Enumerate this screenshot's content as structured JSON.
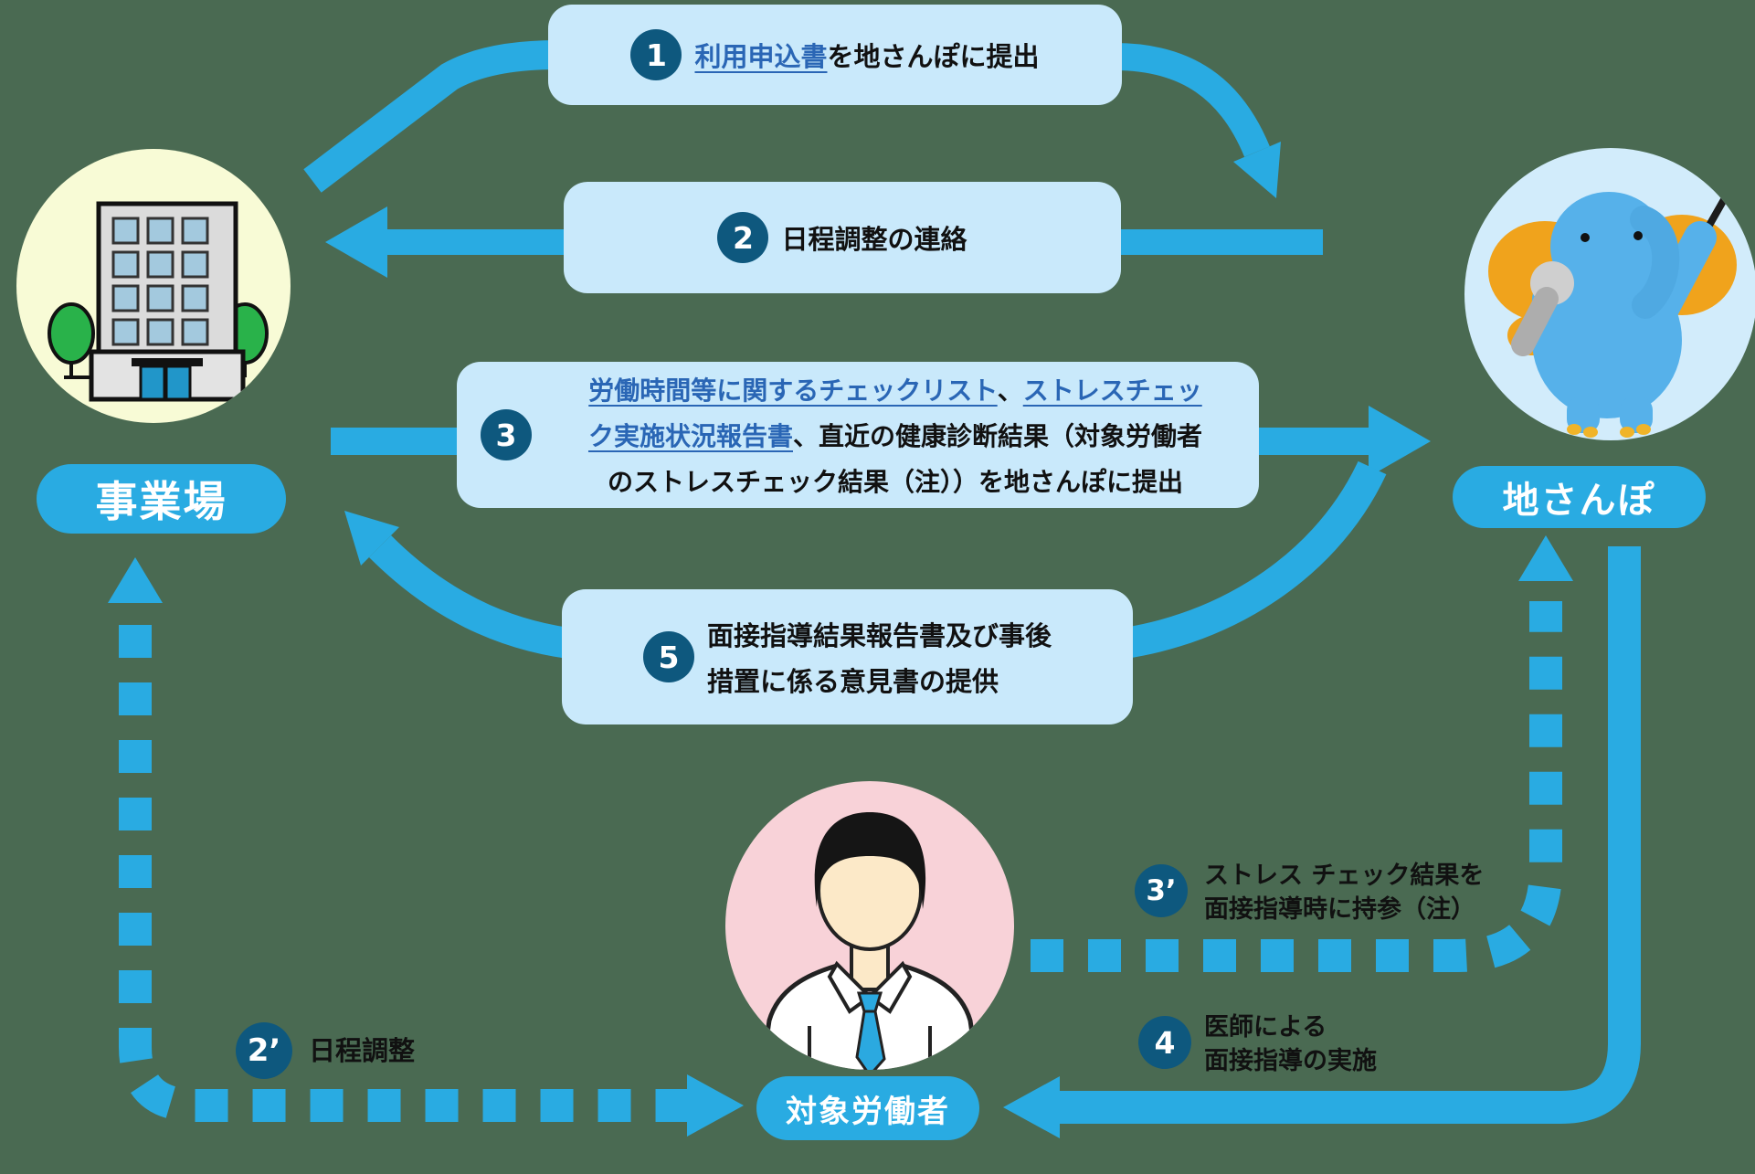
{
  "page": {
    "background_color": "#4a6a52"
  },
  "colors": {
    "accent_blue": "#29abe2",
    "box_blue": "#c9e9fb",
    "number_circle": "#0e587e",
    "link_blue": "#2a66b5",
    "text_black": "#111111",
    "building_circle": "#f8fbd6",
    "elephant_circle": "#d2ecfb",
    "worker_circle": "#f8d2d8"
  },
  "entities": {
    "jigyoba": {
      "label": "事業場"
    },
    "chisanpo": {
      "label": "地さんぽ"
    },
    "worker": {
      "label": "対象労働者"
    }
  },
  "icons": {
    "jigyoba": "building-icon",
    "chisanpo": "elephant-mascot-icon",
    "worker": "worker-icon"
  },
  "steps": {
    "s1": {
      "num": "1",
      "link": "利用申込書",
      "suffix": "を地さんぽに提出"
    },
    "s2": {
      "num": "2",
      "text": "日程調整の連絡"
    },
    "s3": {
      "num": "3",
      "l1_link1": "労働時間等に関するチェックリスト",
      "l1_sep": "、",
      "l1_link2": "ストレスチェッ",
      "l2_link": "ク実施状況報告書",
      "l2_rest": "、直近の健康診断結果（対象労働者",
      "l3": "のストレスチェック結果（注））を地さんぽに提出"
    },
    "s5": {
      "num": "5",
      "l1": "面接指導結果報告書及び事後",
      "l2": "措置に係る意見書の提供"
    },
    "s3p": {
      "num": "3’",
      "l1": "ストレス チェック結果を",
      "l2": "面接指導時に持参（注）"
    },
    "s4": {
      "num": "4",
      "l1": "医師による",
      "l2": "面接指導の実施"
    },
    "s2p": {
      "num": "2’",
      "text": "日程調整"
    }
  }
}
